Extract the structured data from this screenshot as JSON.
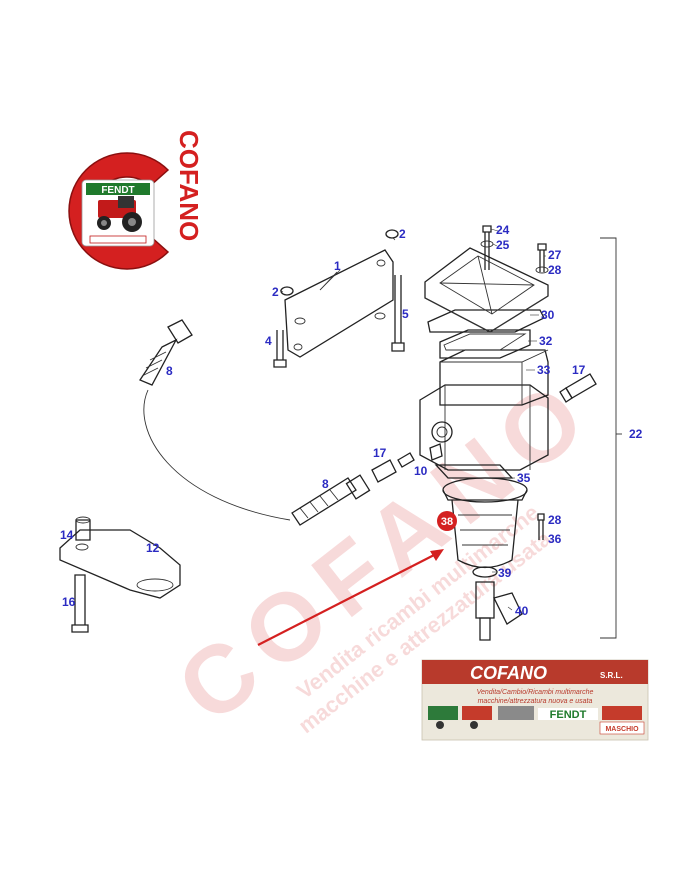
{
  "logo": {
    "brand": "COFANO",
    "plate_text": "FENDT",
    "logo_colors": {
      "red": "#d42020",
      "green": "#1f7a2c"
    }
  },
  "callouts": {
    "c1": "1",
    "c2a": "2",
    "c2b": "2",
    "c4": "4",
    "c5": "5",
    "c8a": "8",
    "c8b": "8",
    "c10": "10",
    "c12": "12",
    "c14": "14",
    "c16": "16",
    "c17a": "17",
    "c17b": "17",
    "c22": "22",
    "c24": "24",
    "c25": "25",
    "c27": "27",
    "c28a": "28",
    "c28b": "28",
    "c30": "30",
    "c32": "32",
    "c33": "33",
    "c35": "35",
    "c36": "36",
    "c38": "38",
    "c39": "39",
    "c40": "40"
  },
  "highlight": {
    "part": "38",
    "color": "#d42020"
  },
  "callout_color": "#2b2bc2",
  "banner": {
    "title": "COFANO",
    "suffix": "S.R.L.",
    "line1": "Vendita/Cambio/Ricambi multimarche",
    "line2": "macchine/attrezzatura nuova e usata",
    "brands": [
      "FENDT",
      "MASCHIO"
    ]
  },
  "watermark": {
    "big": "COFANO",
    "line1": "Vendita ricambi multimarche",
    "line2": "macchine e attrezzatura usata"
  }
}
